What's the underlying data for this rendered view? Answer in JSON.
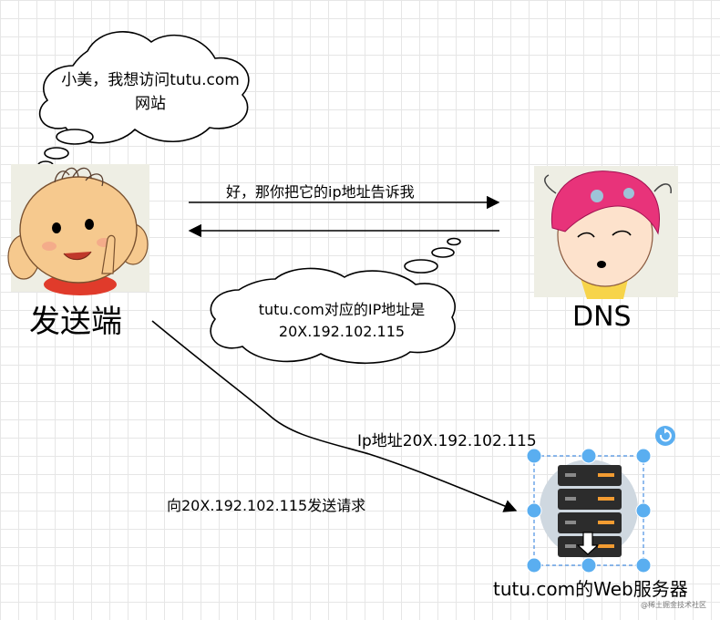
{
  "sender": {
    "thought": [
      "小美，我想访问tutu.com",
      "网站"
    ],
    "label": "发送端"
  },
  "dns": {
    "reply_line": "好，那你把它的ip地址告诉我",
    "answer": [
      "tutu.com对应的IP地址是",
      "20X.192.102.115"
    ],
    "label": "DNS"
  },
  "flow": {
    "ip_label": "Ip地址20X.192.102.115",
    "request_label": "向20X.192.102.115发送请求"
  },
  "server": {
    "label": "tutu.com的Web服务器"
  },
  "watermark": "@稀土掘金技术社区",
  "colors": {
    "handle": "#5aaef0",
    "selection": "#4a90e2",
    "skin": "#f6c98e",
    "hair_pink": "#e8337a",
    "server_body": "#2c2c2c",
    "server_light": "#f39c32"
  }
}
